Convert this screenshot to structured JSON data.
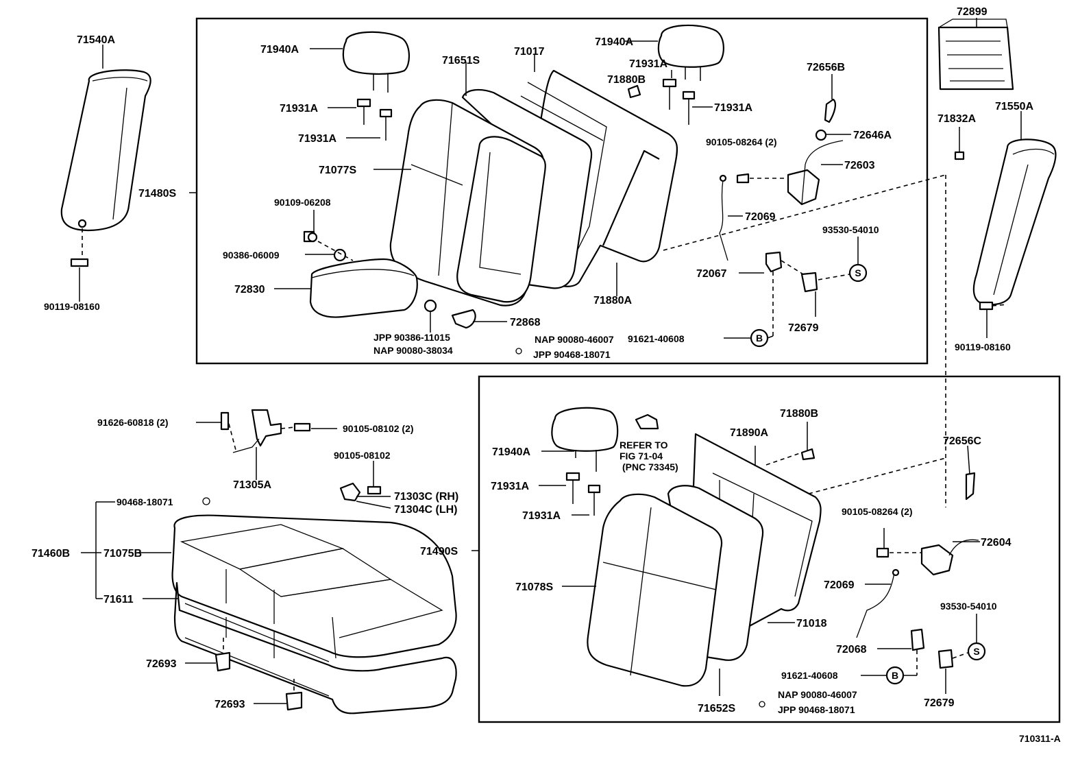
{
  "diagram_id": "710311-A",
  "callouts": {
    "c71540A": "71540A",
    "c71480S": "71480S",
    "c90119_08160_l": "90119-08160",
    "c71940A_1": "71940A",
    "c71931A_1": "71931A",
    "c71931A_2": "71931A",
    "c90109_06208": "90109-06208",
    "c90386_06009": "90386-06009",
    "c72830": "72830",
    "c71077S": "71077S",
    "c71651S": "71651S",
    "c71017": "71017",
    "c71940A_2": "71940A",
    "c71931A_3": "71931A",
    "c71880B": "71880B",
    "c71931A_4": "71931A",
    "c72656B": "72656B",
    "c90105_08264_1": "90105-08264 (2)",
    "c72646A": "72646A",
    "c72603": "72603",
    "c72069_1": "72069",
    "c93530_54010_1": "93530-54010",
    "c72067": "72067",
    "c72679_1": "72679",
    "c71880A": "71880A",
    "c72868": "72868",
    "c91621_40608_1": "91621-40608",
    "c_jpp1": "JPP  90386-11015",
    "c_nap1": "NAP  90080-38034",
    "c_nap2": "NAP  90080-46007",
    "c_jpp2": "JPP  90468-18071",
    "c72899": "72899",
    "c71832A": "71832A",
    "c71550A": "71550A",
    "c90119_08160_r": "90119-08160",
    "c91626_60818": "91626-60818 (2)",
    "c90105_08102_2": "90105-08102 (2)",
    "c71305A": "71305A",
    "c90105_08102": "90105-08102",
    "c71303C": "71303C (RH)",
    "c71304C": "71304C (LH)",
    "c90468_18071": "90468-18071",
    "c71460B": "71460B",
    "c71075B": "71075B",
    "c71611": "71611",
    "c72693_1": "72693",
    "c72693_2": "72693",
    "c71940A_3": "71940A",
    "c71931A_5": "71931A",
    "c71931A_6": "71931A",
    "c71490S": "71490S",
    "c71078S": "71078S",
    "c71652S": "71652S",
    "c_refer1": "REFER TO",
    "c_refer2": "FIG 71-04",
    "c_refer3": "(PNC 73345)",
    "c71890A": "71890A",
    "c71880B_2": "71880B",
    "c72656C": "72656C",
    "c90105_08264_2": "90105-08264 (2)",
    "c72604": "72604",
    "c72069_2": "72069",
    "c71018": "71018",
    "c93530_54010_2": "93530-54010",
    "c72068": "72068",
    "c91621_40608_2": "91621-40608",
    "c72679_2": "72679",
    "c_nap3": "NAP  90080-46007",
    "c_jpp3": "JPP  90468-18071",
    "sym_s": "S",
    "sym_b": "B"
  }
}
